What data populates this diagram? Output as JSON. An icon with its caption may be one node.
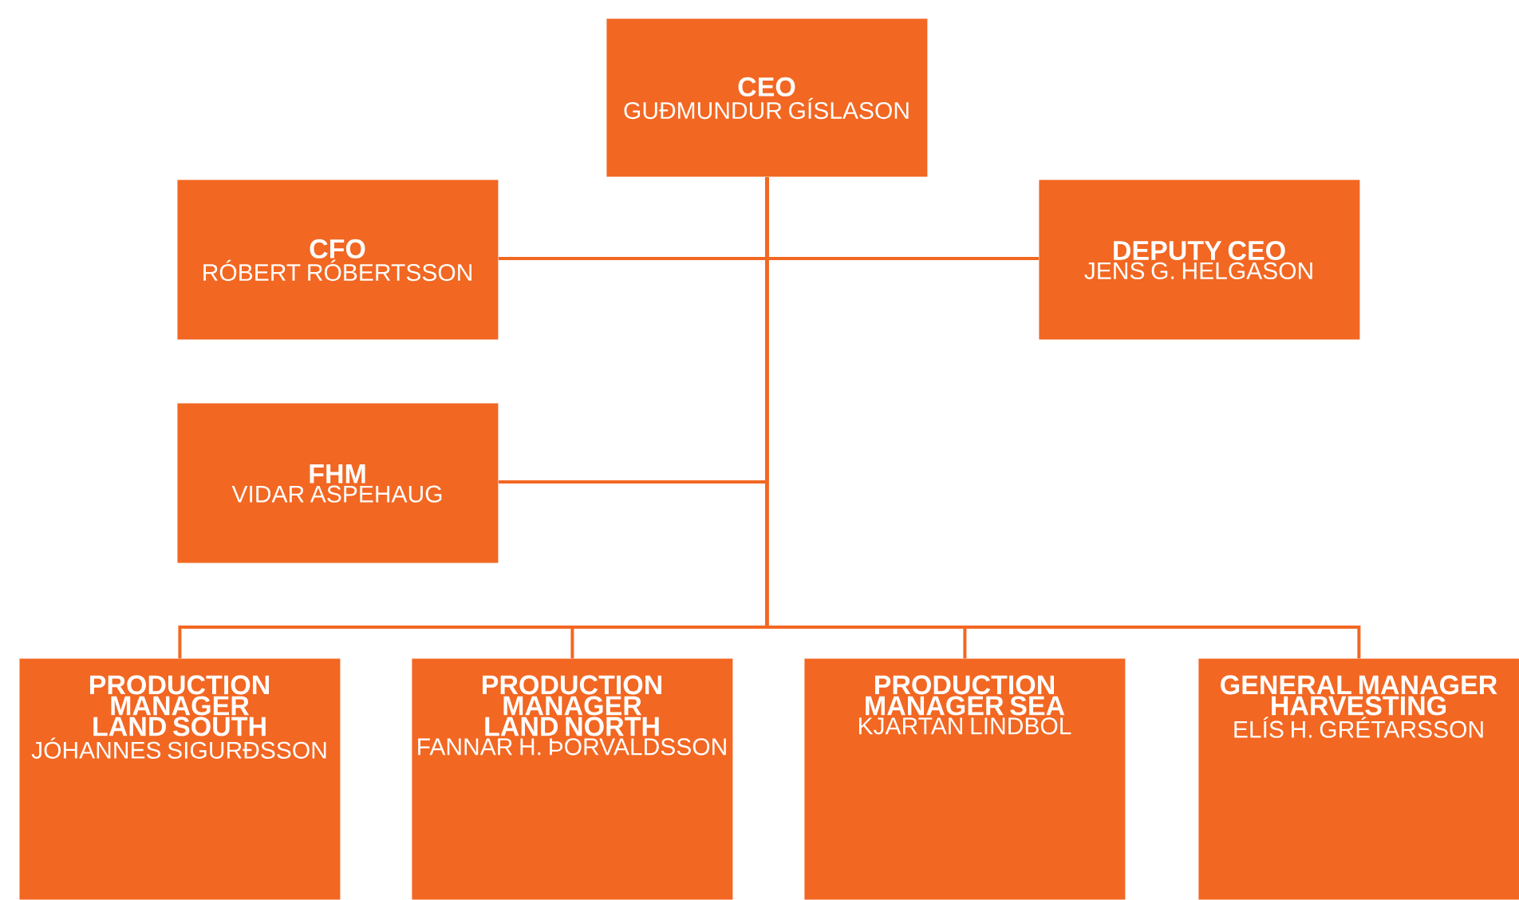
{
  "diagram": {
    "nodes": [
      {
        "text": [
          "CEO",
          "GUÐMUNDUR GÍSLASON"
        ]
      },
      {
        "text": [
          "CFO",
          "RÓBERT RÓBERTSSON"
        ]
      },
      {
        "text": [
          "DEPUTY CEO",
          "JENS G. HELGASON"
        ]
      },
      {
        "text": [
          "FHM",
          "VIDAR ASPEHAUG"
        ]
      },
      {
        "text": [
          "PRODUCTION MANAGER LAND SOUTH",
          "JÓHANNES SIGURÐSSON"
        ]
      },
      {
        "text": [
          "PRODUCTION MANAGER LAND NORTH",
          "FANNAR H. ÞORVALDSSON"
        ]
      },
      {
        "text": [
          "PRODUCTION MANAGER SEA",
          "KJARTAN LINDBOL"
        ]
      },
      {
        "text": [
          "GENERAL MANAGER HARVESTING",
          "ELÍS H. GRÉTARSSON"
        ]
      }
    ],
    "edges": [
      {
        "from": 0,
        "to": 1,
        "arrow": "none"
      },
      {
        "from": 0,
        "to": 2,
        "arrow": "none"
      },
      {
        "from": 0,
        "to": 3,
        "arrow": "none"
      },
      {
        "from": 0,
        "to": 4,
        "arrow": "none"
      },
      {
        "from": 0,
        "to": 5,
        "arrow": "none"
      },
      {
        "from": 0,
        "to": 6,
        "arrow": "none"
      },
      {
        "from": 0,
        "to": 7,
        "arrow": "none"
      }
    ]
  }
}
